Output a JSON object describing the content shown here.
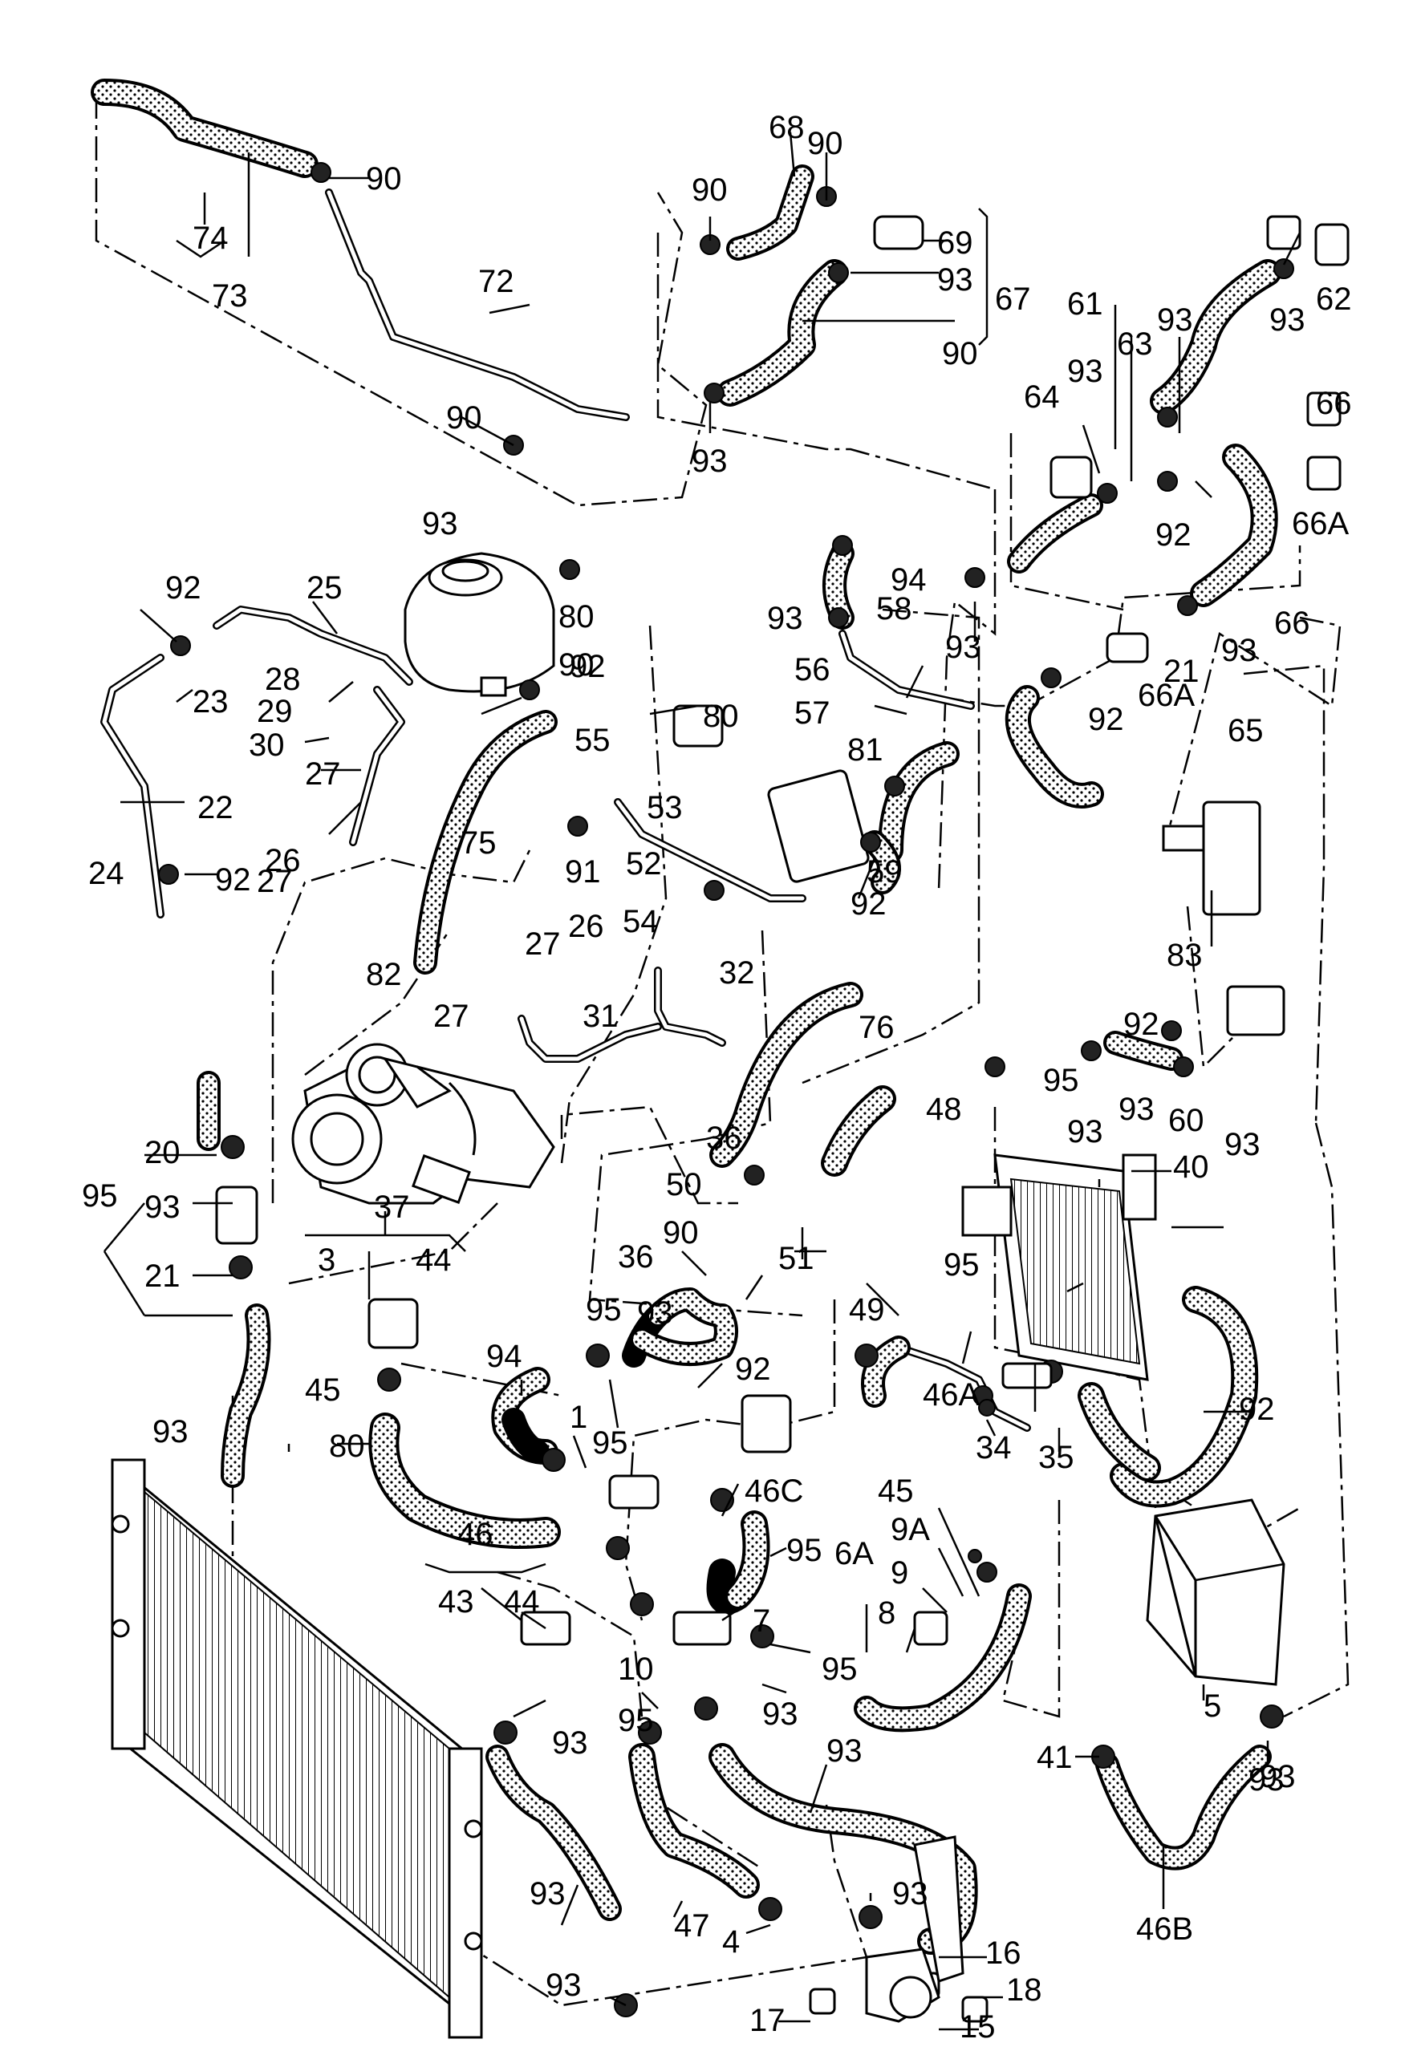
{
  "callouts": [
    "90",
    "74",
    "73",
    "72",
    "90",
    "68",
    "90",
    "90",
    "69",
    "93",
    "67",
    "90",
    "93",
    "61",
    "63",
    "93",
    "62",
    "93",
    "64",
    "93",
    "66",
    "66A",
    "92",
    "93",
    "80",
    "90",
    "92",
    "25",
    "28",
    "23",
    "29",
    "30",
    "27",
    "92",
    "55",
    "80",
    "57",
    "56",
    "93",
    "58",
    "94",
    "93",
    "21",
    "93",
    "66",
    "66A",
    "65",
    "92",
    "81",
    "53",
    "22",
    "26",
    "91",
    "52",
    "59",
    "92",
    "24",
    "27",
    "92",
    "75",
    "54",
    "82",
    "26",
    "27",
    "32",
    "31",
    "27",
    "83",
    "92",
    "95",
    "93",
    "60",
    "93",
    "76",
    "48",
    "93",
    "40",
    "36",
    "50",
    "90",
    "51",
    "95",
    "36",
    "95",
    "93",
    "49",
    "92",
    "94",
    "46A",
    "34",
    "35",
    "92",
    "37",
    "3",
    "44",
    "45",
    "95",
    "20",
    "93",
    "21",
    "93",
    "80",
    "1",
    "95",
    "46C",
    "95",
    "46",
    "43",
    "44",
    "45",
    "9A",
    "9",
    "8",
    "6A",
    "7",
    "10",
    "95",
    "95",
    "93",
    "93",
    "5",
    "41",
    "93",
    "93",
    "93",
    "47",
    "4",
    "93",
    "93",
    "18",
    "16",
    "17",
    "15",
    "46B",
    "93"
  ],
  "icons": [
    "hose-icon",
    "clamp-icon",
    "radiator-icon",
    "expansion-tank-icon",
    "turbocharger-icon",
    "intercooler-icon",
    "pump-icon"
  ]
}
